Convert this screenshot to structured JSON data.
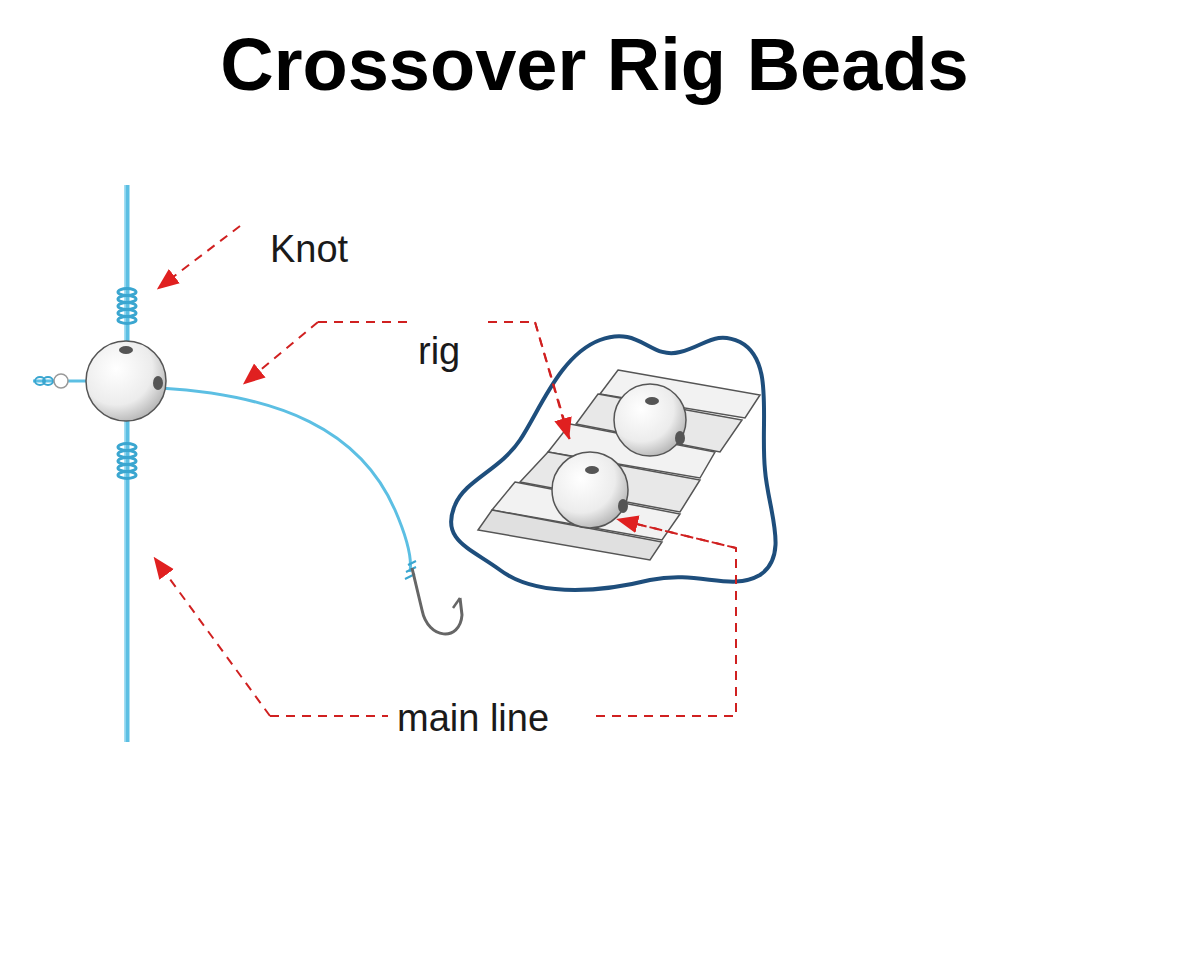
{
  "diagram": {
    "title": "Crossover Rig Beads",
    "labels": [
      "Knot",
      "rig",
      "main line"
    ]
  }
}
